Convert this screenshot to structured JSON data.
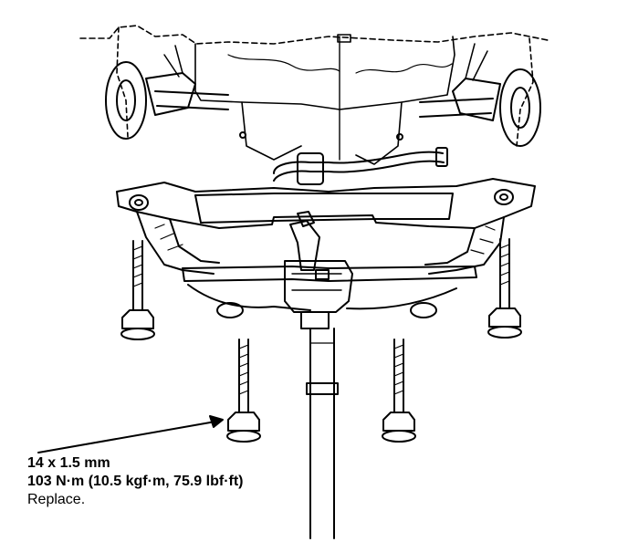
{
  "callout": {
    "size": "14 x 1.5 mm",
    "torque": "103 N·m (10.5 kgf·m, 75.9 lbf·ft)",
    "note": "Replace."
  },
  "colors": {
    "ink": "#000000",
    "paper": "#ffffff"
  }
}
